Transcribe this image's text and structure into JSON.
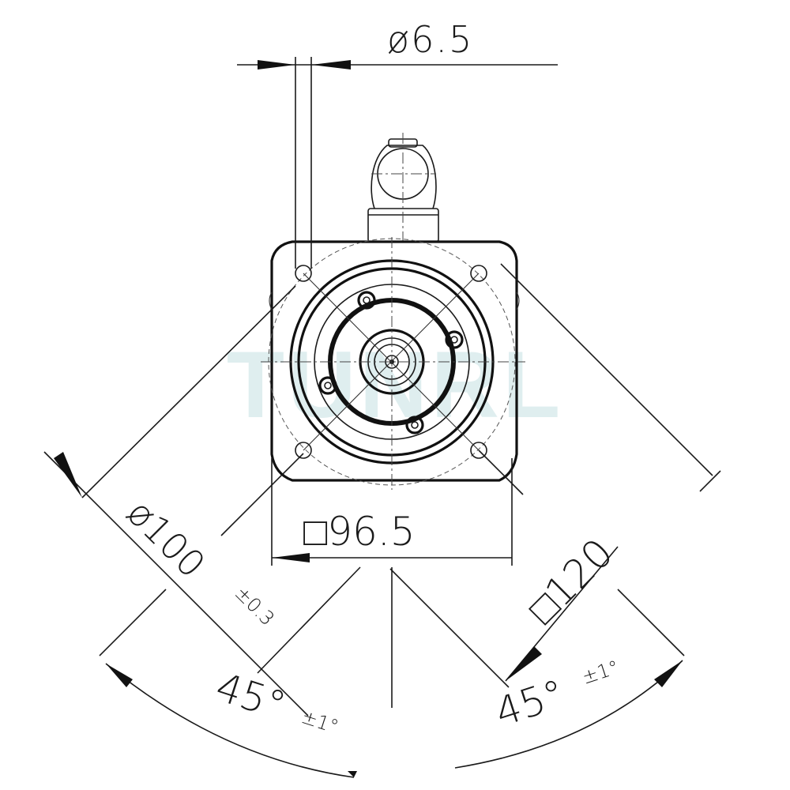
{
  "watermark": "TUNRL",
  "colors": {
    "line": "#1a1a1a",
    "watermark": "#8ec3c9"
  },
  "dimensions": {
    "hole_diameter": "ø6.5",
    "flange_square": "□96.5",
    "pitch_circle": "ø100",
    "pitch_circle_tol": "±0.3",
    "body_square": "□120",
    "angle_left": "45°",
    "angle_left_tol": "±1°",
    "angle_right": "45°",
    "angle_right_tol": "±1°"
  }
}
